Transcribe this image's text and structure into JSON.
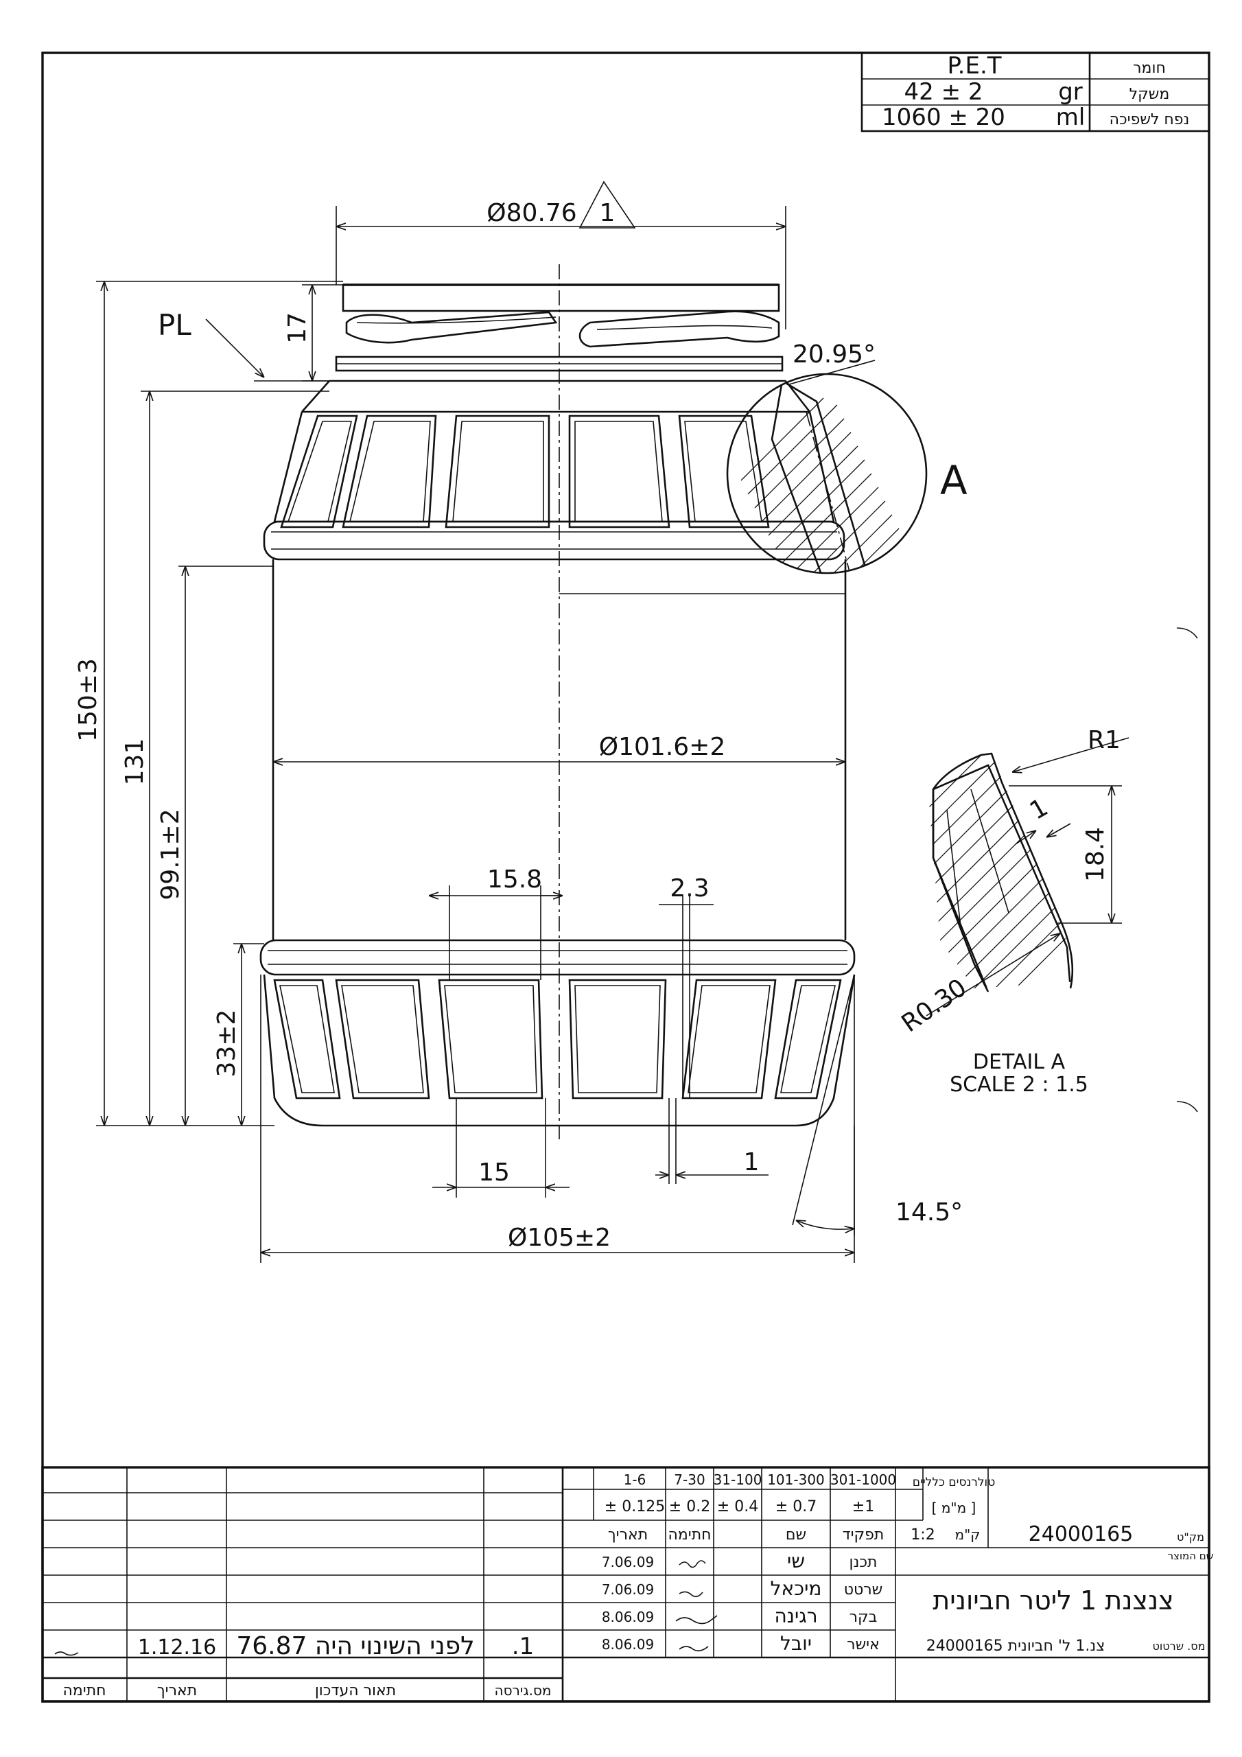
{
  "material_box": {
    "material_label": "חומר",
    "material_value": "P.E.T",
    "weight_label": "משקל",
    "weight_value": "42 ± 2",
    "weight_unit": "gr",
    "volume_label": "נפח לשפיכה",
    "volume_value": "1060 ± 20",
    "volume_unit": "ml"
  },
  "dimensions": {
    "neck_diameter": "Ø80.76",
    "revision_marker": "1",
    "pl_label": "PL",
    "neck_height": "17",
    "neck_angle": "20.95°",
    "detail_callout": "A",
    "total_height": "150±3",
    "height_131": "131",
    "height_99": "99.1±2",
    "body_diameter": "Ø101.6±2",
    "panel_width_top": "15.8",
    "rib_width": "2.3",
    "base_band_height": "33±2",
    "panel_width_bottom": "15",
    "rib_gap": "1",
    "base_angle": "14.5°",
    "base_diameter": "Ø105±2"
  },
  "detail_a": {
    "radius_top": "R1",
    "wall_thickness": "1",
    "length": "18.4",
    "radius_bottom": "R0.30",
    "title": "DETAIL A",
    "scale": "SCALE 2 : 1.5"
  },
  "title_block": {
    "tolerance_label": "טולרנסים כלליים",
    "tolerance_unit": "[ מ\"מ ]",
    "ranges": [
      "1-6",
      "7-30",
      "31-100",
      "101-300",
      "301-1000"
    ],
    "tolerances": [
      "± 0.125",
      "± 0.2",
      "± 0.4",
      "± 0.7",
      "±1"
    ],
    "col_date": "תאריך",
    "col_signature": "חתימה",
    "col_name": "שם",
    "col_role": "תפקיד",
    "scale_label": "ק\"מ",
    "scale_value": "1:2",
    "part_number": "24000165",
    "part_number_label": "מק\"ט",
    "product_name_label": "שם המוצר",
    "product_name": "צנצנת 1 ליטר חביונית",
    "signoff": [
      {
        "date": "7.06.09",
        "name": "שי",
        "role": "תכנן"
      },
      {
        "date": "7.06.09",
        "name": "מיכאל",
        "role": "שרטט"
      },
      {
        "date": "8.06.09",
        "name": "רגינה",
        "role": "בקר"
      },
      {
        "date": "8.06.09",
        "name": "יובל",
        "role": "אישר"
      }
    ],
    "drawing_number_label": "מס. שרטוט",
    "drawing_number": "צנ.1 ל' חביונית 24000165",
    "revision": {
      "number": ".1",
      "description": "לפני השינוי היה 76.87",
      "date": "1.12.16"
    },
    "rev_header_signature": "חתימה",
    "rev_header_date": "תאריך",
    "rev_header_description": "תאור העדכון",
    "rev_header_version": "מס.גירסה"
  }
}
